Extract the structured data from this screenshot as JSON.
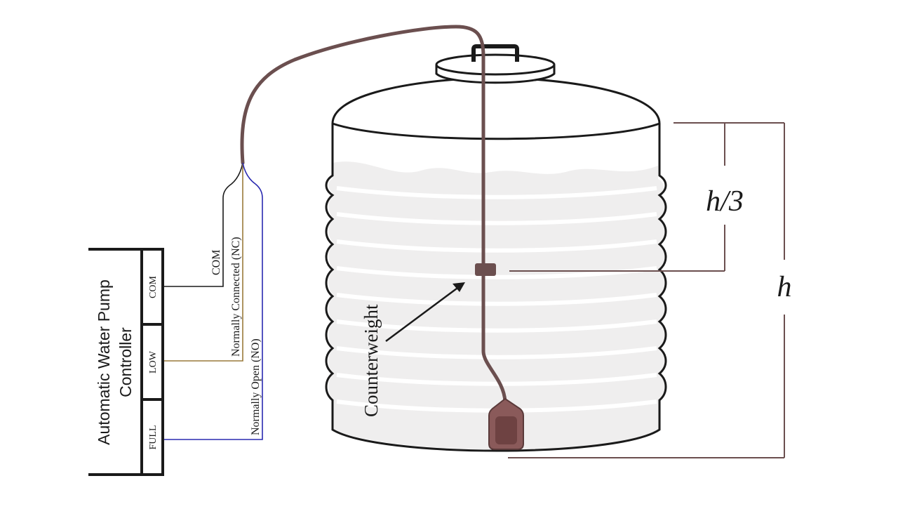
{
  "controller": {
    "title_line1": "Automatic Water Pump",
    "title_line2": "Controller",
    "terminals": [
      "COM",
      "LOW",
      "FULL"
    ]
  },
  "wires": {
    "com": "COM",
    "nc": "Normally Connected (NC)",
    "no": "Normally Open (NO)"
  },
  "labels": {
    "counterweight": "Counterweight",
    "h_third": "h/3",
    "h": "h"
  },
  "colors": {
    "cable": "#6b4f4f",
    "wire_com": "#1a1a1a",
    "wire_nc": "#9a7a3a",
    "wire_no": "#2a2ab0",
    "water": "#efeeee",
    "float_switch": "#8a5a5a",
    "dimension": "#6b4f4f"
  }
}
